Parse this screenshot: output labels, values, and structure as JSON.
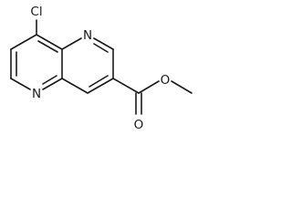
{
  "molecule": {
    "atoms": {
      "chlorine": "Cl",
      "nitrogen_upper": "N",
      "nitrogen_lower": "N",
      "oxygen_carbonyl": "O",
      "oxygen_ester": "O"
    }
  }
}
